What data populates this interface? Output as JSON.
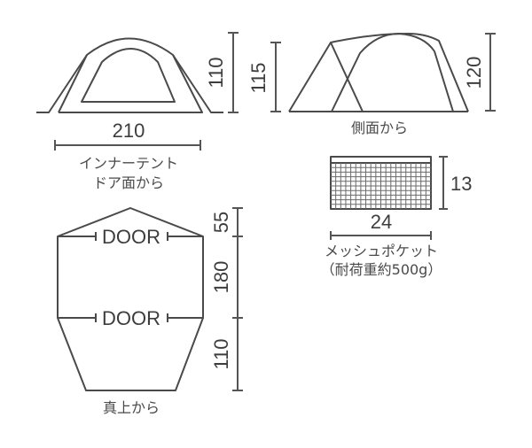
{
  "front_view": {
    "height": "110",
    "width": "210",
    "caption_line1": "インナーテント",
    "caption_line2": "ドア面から"
  },
  "side_view": {
    "height_left": "115",
    "height_right": "120",
    "caption": "側面から"
  },
  "mesh_pocket": {
    "height": "13",
    "width": "24",
    "caption_line1": "メッシュポケット",
    "caption_line2": "（耐荷重約500g）"
  },
  "top_view": {
    "door_top": "DOOR",
    "door_middle": "DOOR",
    "dim_vestibule_front": "55",
    "dim_inner": "180",
    "dim_vestibule_rear": "110",
    "caption": "真上から"
  },
  "colors": {
    "line": "#4a4a4a",
    "text": "#3d3d3d",
    "background": "#ffffff"
  }
}
